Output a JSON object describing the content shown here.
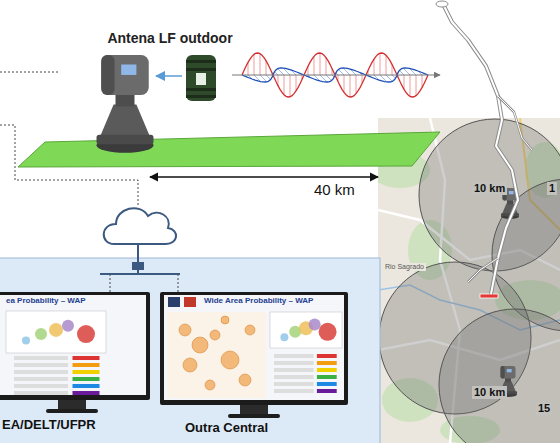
{
  "diagram": {
    "nodes": [
      {
        "text": [
          "Antena LF outdoor"
        ]
      },
      {
        "text": [
          "ea Probability – WAP",
          "EA/DELT/UFPR"
        ]
      },
      {
        "text": [
          "Wide Area Probability – WAP",
          "Outra Central"
        ]
      }
    ],
    "labels": [
      "40 km",
      "10 km",
      "1",
      "10 km",
      "15",
      "Rio Sagrado"
    ]
  }
}
